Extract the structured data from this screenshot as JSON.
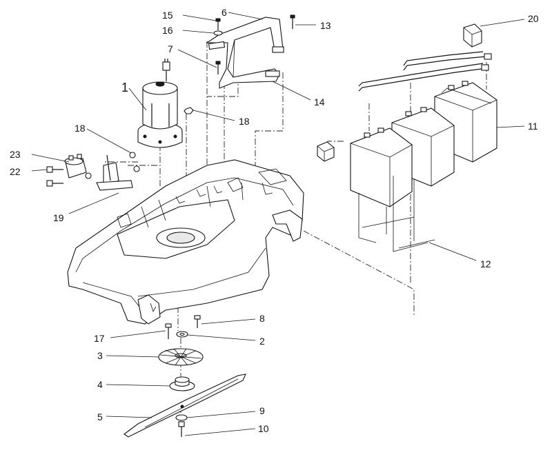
{
  "diagram": {
    "callouts": [
      {
        "id": "c1",
        "text": "1"
      },
      {
        "id": "c2",
        "text": "2"
      },
      {
        "id": "c3",
        "text": "3"
      },
      {
        "id": "c4",
        "text": "4"
      },
      {
        "id": "c5",
        "text": "5"
      },
      {
        "id": "c6",
        "text": "6"
      },
      {
        "id": "c7",
        "text": "7"
      },
      {
        "id": "c8",
        "text": "8"
      },
      {
        "id": "c9",
        "text": "9"
      },
      {
        "id": "c10",
        "text": "10"
      },
      {
        "id": "c11",
        "text": "11"
      },
      {
        "id": "c12",
        "text": "12"
      },
      {
        "id": "c13",
        "text": "13"
      },
      {
        "id": "c14",
        "text": "14"
      },
      {
        "id": "c15",
        "text": "15"
      },
      {
        "id": "c16",
        "text": "16"
      },
      {
        "id": "c17",
        "text": "17"
      },
      {
        "id": "c18a",
        "text": "18"
      },
      {
        "id": "c18b",
        "text": "18"
      },
      {
        "id": "c19",
        "text": "19"
      },
      {
        "id": "c20",
        "text": "20"
      },
      {
        "id": "c22",
        "text": "22"
      },
      {
        "id": "c23",
        "text": "23"
      }
    ]
  },
  "colors": {
    "ink": "#111111",
    "paper": "#ffffff"
  }
}
